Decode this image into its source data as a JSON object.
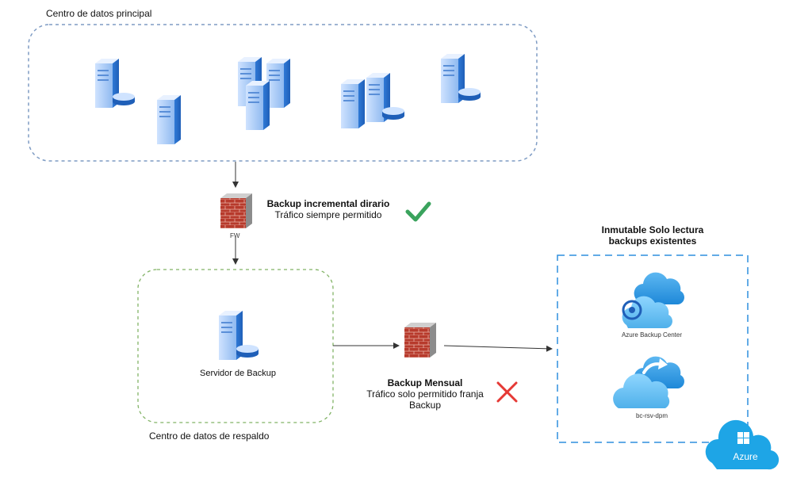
{
  "primary_dc": {
    "title": "Centro de datos principal"
  },
  "firewall_top": {
    "label": "FW",
    "caption_title": "Backup incremental dirario",
    "caption_sub": "Tráfico siempre permitido"
  },
  "backup_dc": {
    "title": "Centro de datos de respaldo",
    "server_label": "Servidor de Backup"
  },
  "firewall_mid": {
    "caption_title": "Backup Mensual",
    "caption_line1": "Tráfico solo permitido franja",
    "caption_line2": "Backup"
  },
  "azure_zone": {
    "title_line1": "Inmutable Solo lectura",
    "title_line2": "backups existentes",
    "service1": "Azure Backup Center",
    "service2": "bc-rsv-dpm",
    "brand": "Azure"
  },
  "colors": {
    "primary_border": "#7f9cc4",
    "backup_border": "#82b366",
    "azure_border": "#2f8fde",
    "check": "#3aa35d",
    "cross": "#e53935",
    "arrow": "#333333"
  }
}
